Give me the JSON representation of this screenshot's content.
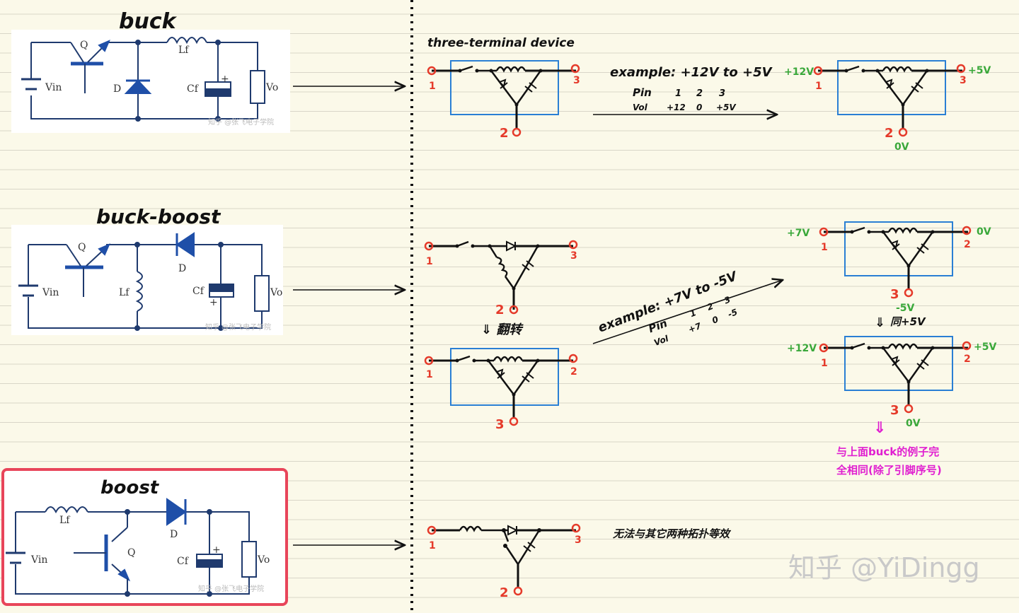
{
  "colors": {
    "paper": "#fbf9e9",
    "rule_line": "#d9d6c8",
    "pin_red": "#e53a2a",
    "voltage_green": "#3aa83a",
    "note_magenta": "#e01fd0",
    "box_blue": "#2a7fd4",
    "highlight_red": "#e8455a"
  },
  "left": {
    "buck": {
      "title": "buck",
      "labels": {
        "switch": "Q",
        "inductor": "Lf",
        "source": "Vin",
        "diode": "D",
        "cap": "Cf",
        "load": "Vo"
      },
      "watermark": "知乎 @张飞电子学院"
    },
    "buck_boost": {
      "title": "buck-boost",
      "labels": {
        "switch": "Q",
        "diode": "D",
        "inductor": "Lf",
        "source": "Vin",
        "cap": "Cf",
        "load": "Vo"
      },
      "watermark": "知乎 @张飞电子学院"
    },
    "boost": {
      "title": "boost",
      "labels": {
        "inductor": "Lf",
        "diode": "D",
        "source": "Vin",
        "switch": "Q",
        "cap": "Cf",
        "load": "Vo"
      },
      "watermark": "知乎 @张飞电子学院"
    }
  },
  "middle": {
    "heading": "three-terminal device",
    "flip_label": "⇓ 翻转",
    "pins": {
      "p1": "1",
      "p2": "2",
      "p3": "3"
    }
  },
  "right": {
    "buck_example": {
      "title": "example: +12V to +5V",
      "table": {
        "pin_label": "Pin",
        "vol_label": "Vol",
        "pins": [
          "1",
          "2",
          "3"
        ],
        "vols": [
          "+12",
          "0",
          "+5V"
        ]
      },
      "v_in": "+12V",
      "v_out": "+5V",
      "v_gnd": "0V"
    },
    "buck_boost_example": {
      "title": "example: +7V to -5V",
      "table": {
        "pin_label": "Pin",
        "vol_label": "Vol",
        "pins": [
          "1",
          "2",
          "3"
        ],
        "vols": [
          "+7",
          "0",
          "-5"
        ]
      },
      "top": {
        "v_in": "+7V",
        "v_out": "0V",
        "v_bottom": "-5V"
      },
      "shift_label": "同+5V",
      "bottom": {
        "v_in": "+12V",
        "v_out": "+5V",
        "v_bottom": "0V"
      },
      "note_line1": "与上面buck的例子完",
      "note_line2": "全相同(除了引脚序号)"
    },
    "boost_note": "无法与其它两种拓扑等效"
  },
  "watermark": "知乎 @YiDingg"
}
